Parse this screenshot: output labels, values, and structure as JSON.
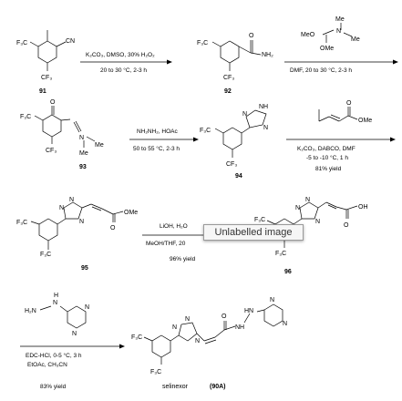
{
  "compounds": {
    "c91": {
      "number": "91",
      "cf3": "F₃C",
      "cf3b": "CF₃",
      "cn": "CN"
    },
    "c92": {
      "number": "92",
      "cf3": "F₃C",
      "cf3b": "CF₃",
      "o": "O",
      "nh2": "NH₂"
    },
    "dmfdma": {
      "meo": "MeO",
      "n": "N",
      "me1": "Me",
      "me2": "Me",
      "ome": "OMe"
    },
    "c93": {
      "number": "93",
      "cf3": "F₃C",
      "cf3b": "CF₃",
      "o": "O",
      "n": "N",
      "me1": "Me",
      "me2": "Me"
    },
    "c94": {
      "number": "94",
      "cf3": "F₃C",
      "cf3b": "CF₃",
      "nh": "NH",
      "n1": "N",
      "n2": "N"
    },
    "acrylate": {
      "o": "O",
      "ome": "OMe"
    },
    "c95": {
      "number": "95",
      "cf3": "F₃C",
      "cf3b": "F₃C",
      "n1": "N",
      "n2": "N",
      "n3": "N",
      "o": "O",
      "ome": "OMe"
    },
    "c96": {
      "number": "96",
      "cf3": "F₃C",
      "cf3b": "F₃C",
      "n1": "N",
      "n2": "N",
      "n3": "N",
      "o": "O",
      "oh": "OH"
    },
    "hydrazine": {
      "h2n": "H₂N",
      "nh": "N",
      "h": "H",
      "n1": "N",
      "n2": "N"
    },
    "selinexor": {
      "name": "selinexor",
      "code": "(90A)",
      "cf3": "F₃C",
      "cf3b": "F₃C",
      "n1": "N",
      "n2": "N",
      "n3": "N",
      "o": "O",
      "nh": "NH",
      "hn": "HN",
      "pn1": "N",
      "pn2": "N"
    }
  },
  "steps": {
    "s1": {
      "line1": "K₂CO₃, DMSO, 30% H₂O₂",
      "line2": "20 to 30 °C, 2-3 h"
    },
    "s2": {
      "line1": "DMF, 20 to 30 °C, 2-3 h"
    },
    "s3": {
      "line1": "NH₂NH₂, HOAc",
      "line2": "50 to 55 °C, 2-3 h"
    },
    "s4": {
      "line1": "K₂CO₃, DABCO, DMF",
      "line2": "-5 to -10 °C, 1 h",
      "yield": "81% yield"
    },
    "s5": {
      "line1": "LiOH, H₂O",
      "line2": "MeOH/THF, 20",
      "yield": "96% yield"
    },
    "s6": {
      "line1": "EDC-HCl, 0-5 °C, 3 h",
      "line2": "EtOAc, CH₃CN",
      "yield": "83% yield"
    }
  },
  "tooltip": {
    "text": "Unlabelled image"
  }
}
